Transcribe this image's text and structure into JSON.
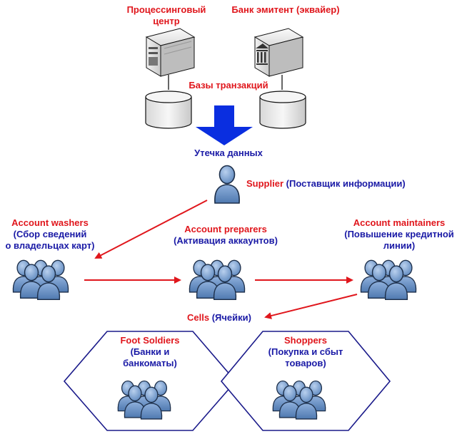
{
  "colors": {
    "red": "#e0161c",
    "blue": "#1a1aa6",
    "person": "#6f97c9",
    "arrow_blue": "#0a2ee0"
  },
  "nodes": {
    "processing": {
      "line1": "Процессинговый",
      "line2": "центр"
    },
    "bank": {
      "label": "Банк эмитент (эквайер)"
    },
    "databases": {
      "label": "Базы транзакций"
    },
    "leak": {
      "label": "Утечка данных"
    },
    "supplier": {
      "name": "Supplier",
      "desc": "(Поставщик информации)"
    },
    "washers": {
      "name": "Account washers",
      "desc1": "(Сбор сведений",
      "desc2": "о владельцах карт)"
    },
    "preparers": {
      "name": "Account preparers",
      "desc": "(Активация аккаунтов)"
    },
    "maintainers": {
      "name": "Account maintainers",
      "desc1": "(Повышение кредитной",
      "desc2": "линии)"
    },
    "cells": {
      "name": "Cells",
      "desc": "(Ячейки)"
    },
    "foot_soldiers": {
      "name": "Foot Soldiers",
      "desc1": "(Банки и",
      "desc2": "банкоматы)"
    },
    "shoppers": {
      "name": "Shoppers",
      "desc1": "(Покупка и сбыт",
      "desc2": "товаров)"
    }
  },
  "icons": [
    "server-icon",
    "bank-server-icon",
    "database-icon",
    "person-icon",
    "group-icon",
    "hexagon-shape",
    "down-arrow-icon"
  ]
}
